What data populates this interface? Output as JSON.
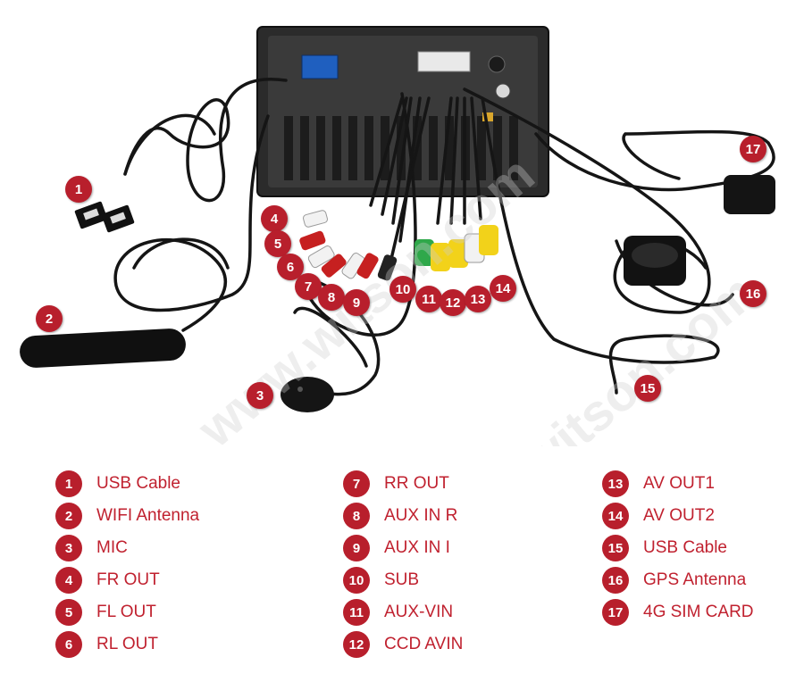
{
  "watermark": "www.witson.com",
  "colors": {
    "callout_bg": "#b81f2c",
    "label_text": "#c0212f",
    "head_unit": "#2b2b2b",
    "cable": "#151515"
  },
  "callouts": [
    "1",
    "2",
    "3",
    "4",
    "5",
    "6",
    "7",
    "8",
    "9",
    "10",
    "11",
    "12",
    "13",
    "14",
    "15",
    "16",
    "17"
  ],
  "legend": {
    "col1": [
      {
        "num": "1",
        "label": "USB Cable"
      },
      {
        "num": "2",
        "label": "WIFI Antenna"
      },
      {
        "num": "3",
        "label": "MIC"
      },
      {
        "num": "4",
        "label": "FR OUT"
      },
      {
        "num": "5",
        "label": "FL OUT"
      },
      {
        "num": "6",
        "label": "RL OUT"
      }
    ],
    "col2": [
      {
        "num": "7",
        "label": "RR OUT"
      },
      {
        "num": "8",
        "label": "AUX IN R"
      },
      {
        "num": "9",
        "label": "AUX IN I"
      },
      {
        "num": "10",
        "label": "SUB"
      },
      {
        "num": "11",
        "label": "AUX-VIN"
      },
      {
        "num": "12",
        "label": "CCD AVIN"
      }
    ],
    "col3": [
      {
        "num": "13",
        "label": "AV OUT1"
      },
      {
        "num": "14",
        "label": "AV OUT2"
      },
      {
        "num": "15",
        "label": "USB Cable"
      },
      {
        "num": "16",
        "label": "GPS Antenna"
      },
      {
        "num": "17",
        "label": "4G SIM CARD"
      }
    ]
  }
}
